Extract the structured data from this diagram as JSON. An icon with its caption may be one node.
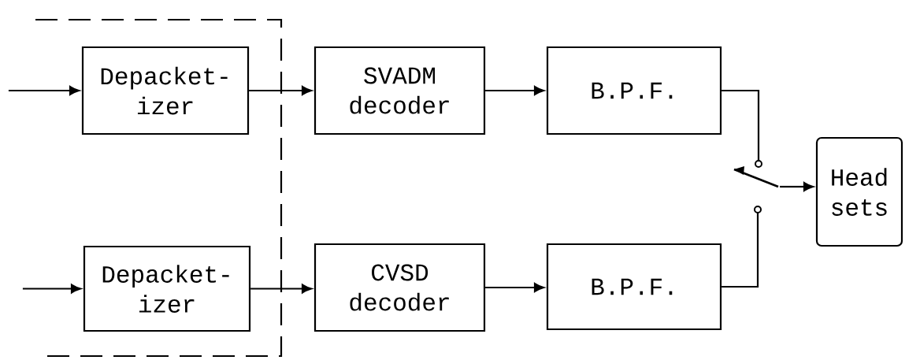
{
  "diagram": {
    "nodes": [
      {
        "text": [],
        "shape": "box"
      },
      {
        "text": [
          "Depacket- izer"
        ],
        "in": 0
      },
      {
        "text": [
          "SVADM decoder"
        ]
      },
      {
        "text": [
          "B.P.F."
        ]
      },
      {
        "text": [
          "Depacket- izer"
        ],
        "in": 0
      },
      {
        "text": [
          "CVSD decoder"
        ]
      },
      {
        "text": [
          "B.P.F."
        ]
      },
      {
        "text": [],
        "shape": "switch"
      },
      {
        "text": [
          "Head sets"
        ]
      }
    ],
    "edges": [
      {
        "from": null,
        "to": 1,
        "arrow": "to"
      },
      {
        "from": null,
        "to": 4,
        "arrow": "to"
      },
      {
        "from": 1,
        "to": 2,
        "arrow": "to"
      },
      {
        "from": 4,
        "to": 5,
        "arrow": "to"
      },
      {
        "from": 2,
        "to": 3,
        "arrow": "to"
      },
      {
        "from": 5,
        "to": 6,
        "arrow": "to"
      },
      {
        "from": 3,
        "to": 7,
        "arrow": "none"
      },
      {
        "from": 6,
        "to": 7,
        "arrow": "none"
      },
      {
        "from": 7,
        "to": 8,
        "arrow": "to"
      }
    ]
  }
}
